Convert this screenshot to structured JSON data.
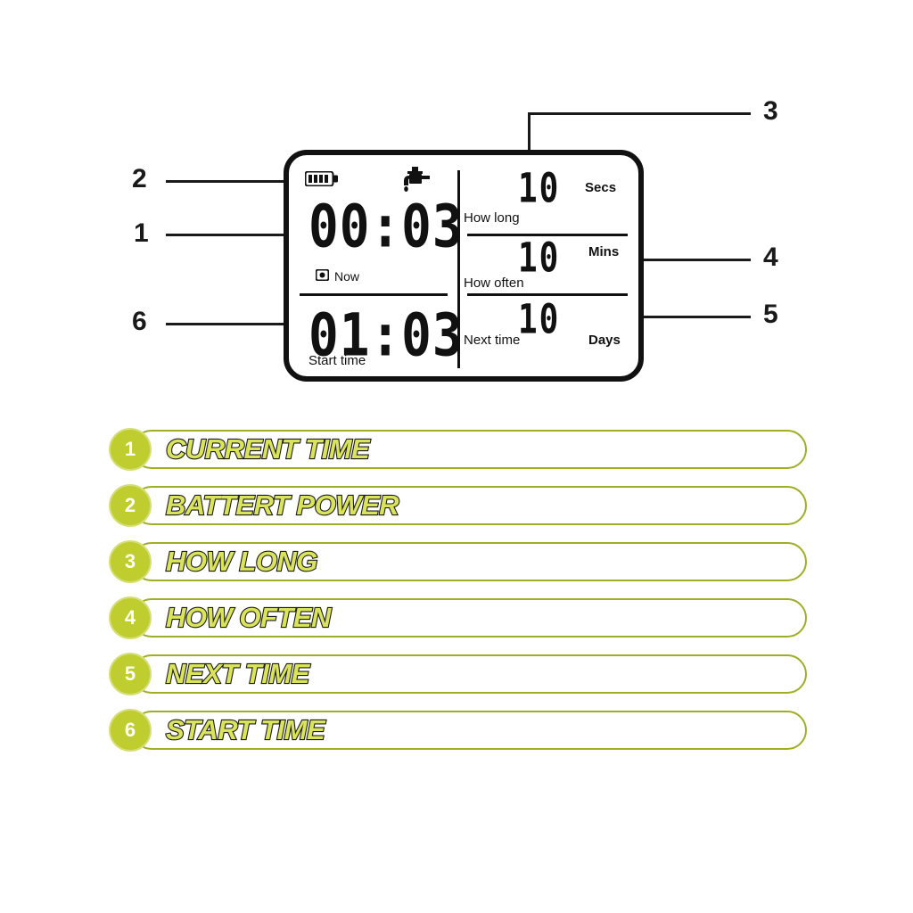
{
  "device": {
    "name": "irrigation-timer-lcd",
    "status_icons": [
      {
        "name": "battery-icon",
        "bars": 4
      },
      {
        "name": "tap-icon"
      }
    ],
    "left_panel": {
      "current_time": {
        "value": "00:03",
        "label": "Now",
        "icon": "clock-icon"
      },
      "start_time": {
        "value": "01:03",
        "label": "Start time"
      }
    },
    "right_panel": {
      "rows": [
        {
          "name": "how-long",
          "value": "10",
          "unit": "Secs",
          "label": "How long"
        },
        {
          "name": "how-often",
          "value": "10",
          "unit": "Mins",
          "label": "How often"
        },
        {
          "name": "next-time",
          "value": "10",
          "unit": "Days",
          "label": "Next time"
        }
      ]
    }
  },
  "callouts": [
    {
      "number": "1",
      "side": "left",
      "target": "current-time"
    },
    {
      "number": "2",
      "side": "left",
      "target": "battery-power"
    },
    {
      "number": "3",
      "side": "right",
      "target": "how-long"
    },
    {
      "number": "4",
      "side": "right",
      "target": "how-often"
    },
    {
      "number": "5",
      "side": "right",
      "target": "next-time"
    },
    {
      "number": "6",
      "side": "left",
      "target": "start-time"
    }
  ],
  "legend": {
    "items": [
      {
        "number": "1",
        "label": "CURRENT TIME"
      },
      {
        "number": "2",
        "label": "BATTERT POWER"
      },
      {
        "number": "3",
        "label": "HOW LONG"
      },
      {
        "number": "4",
        "label": "HOW OFTEN"
      },
      {
        "number": "5",
        "label": "NEXT TIME"
      },
      {
        "number": "6",
        "label": "START TIME"
      }
    ]
  },
  "colors": {
    "accent_green": "#bfcd2e",
    "pill_outline": "#9fae26",
    "text_fill": "#d9e45c",
    "text_stroke": "#1a1a1a",
    "lcd_frame": "#111111",
    "background": "#ffffff"
  }
}
